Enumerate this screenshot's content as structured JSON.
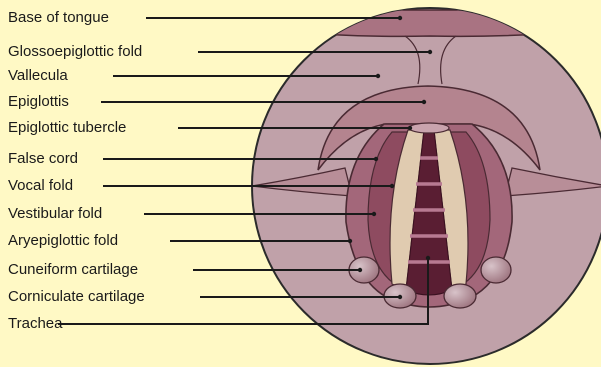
{
  "labels": [
    {
      "id": "base-of-tongue",
      "text": "Base of tongue"
    },
    {
      "id": "glossoepiglottic-fold",
      "text": "Glossoepiglottic fold"
    },
    {
      "id": "vallecula",
      "text": "Vallecula"
    },
    {
      "id": "epiglottis",
      "text": "Epiglottis"
    },
    {
      "id": "epiglottic-tubercle",
      "text": "Epiglottic tubercle"
    },
    {
      "id": "false-cord",
      "text": "False cord"
    },
    {
      "id": "vocal-fold",
      "text": "Vocal fold"
    },
    {
      "id": "vestibular-fold",
      "text": "Vestibular fold"
    },
    {
      "id": "aryepiglottic-fold",
      "text": "Aryepiglottic fold"
    },
    {
      "id": "cuneiform-cartilage",
      "text": "Cuneiform cartilage"
    },
    {
      "id": "corniculate-cartilage",
      "text": "Corniculate cartilage"
    },
    {
      "id": "trachea",
      "text": "Trachea"
    }
  ],
  "colors": {
    "background": "#FFF9C5",
    "outer_circle": "#C0A1A9",
    "tongue": "#A97382",
    "epiglottis": "#B4848F",
    "fold_dark": "#8E4B60",
    "vocal_cord": "#E0CBB0",
    "trachea": "#5A1E33",
    "cartilage": "#A17C86",
    "outline": "#4A2A33"
  }
}
